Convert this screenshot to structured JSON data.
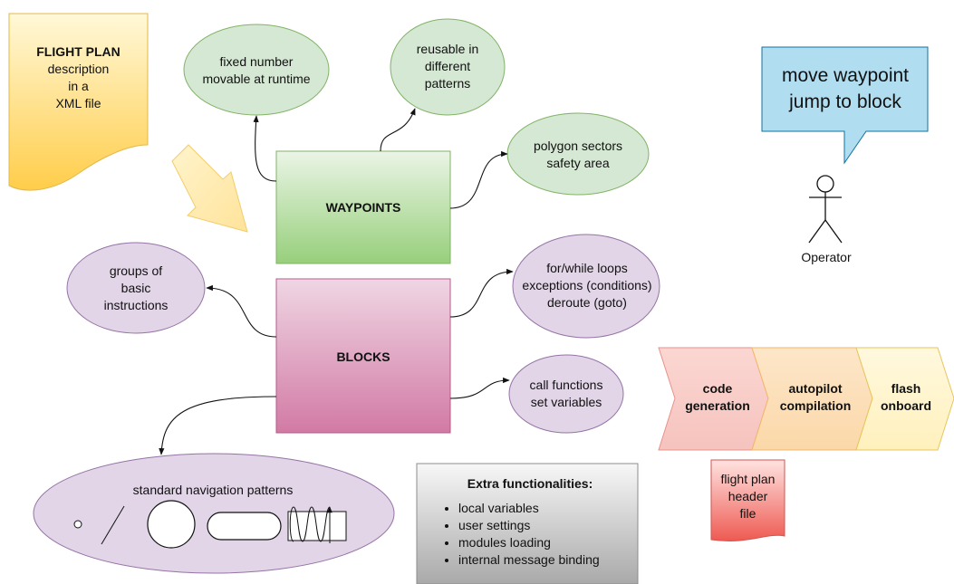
{
  "colors": {
    "green_fill": "#d5e8d4",
    "green_stroke": "#82b366",
    "purple_fill": "#e1d5e7",
    "purple_stroke": "#9673a6",
    "yellow_fill": "#fff2cc",
    "yellow_stroke": "#d6b656",
    "teal_fill": "#b1ddf0",
    "teal_stroke": "#10739e",
    "red_fill": "#f8cecc",
    "red_stroke": "#b85450",
    "gray_fill": "#f5f5f5",
    "gray_stroke": "#666666"
  },
  "flight_plan": {
    "title": "FLIGHT PLAN",
    "description": "description\nin a\nXML file"
  },
  "waypoints": {
    "label": "WAYPOINTS",
    "features": [
      {
        "text": "fixed number\nmovable at runtime"
      },
      {
        "text": "reusable in\ndifferent\npatterns"
      },
      {
        "text": "polygon sectors\nsafety area"
      }
    ]
  },
  "blocks": {
    "label": "BLOCKS",
    "features": [
      {
        "text": "groups of\nbasic\ninstructions"
      },
      {
        "text": "for/while loops\nexceptions (conditions)\nderoute (goto)"
      },
      {
        "text": "call functions\nset variables"
      }
    ]
  },
  "navigation": {
    "title": "standard navigation patterns",
    "pattern_icons": [
      "circle-point-icon",
      "line-icon",
      "circle-icon",
      "oval-icon",
      "survey-pattern-icon"
    ]
  },
  "extra": {
    "title": "Extra functionalities:",
    "items": [
      "local variables",
      "user settings",
      "modules loading",
      "internal message binding"
    ]
  },
  "operator": {
    "speech": "move waypoint\njump to block",
    "label": "Operator"
  },
  "process": {
    "steps": [
      {
        "label": "code\ngeneration"
      },
      {
        "label": "autopilot\ncompilation"
      },
      {
        "label": "flash\nonboard"
      }
    ]
  },
  "header_file": {
    "text": "flight plan\nheader\nfile"
  }
}
